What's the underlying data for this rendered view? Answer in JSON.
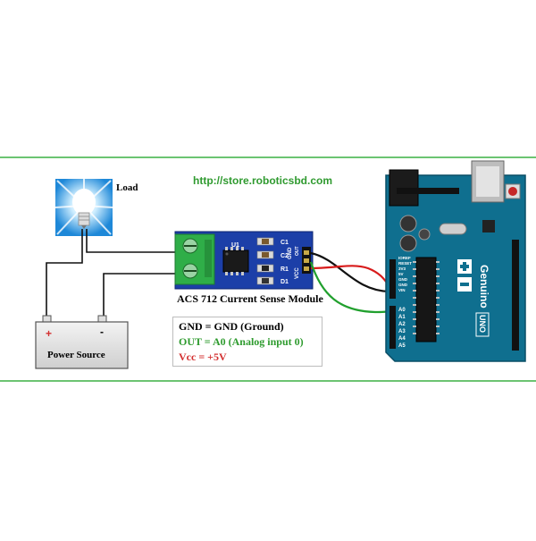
{
  "url": "http://store.roboticsbd.com",
  "load_label": "Load",
  "module": {
    "title": "ACS 712 Current Sense Module",
    "chip_label": "U1",
    "components": [
      "C1",
      "C2",
      "R1",
      "D1"
    ],
    "pins": [
      "VCC",
      "OUT",
      "GND"
    ]
  },
  "legend": [
    {
      "text": "GND = GND (Ground)",
      "color": "#000000"
    },
    {
      "text": "OUT = A0 (Analog input 0)",
      "color": "#2e9b2e"
    },
    {
      "text": "Vcc = +5V",
      "color": "#d32f2f"
    }
  ],
  "power_source": {
    "label": "Power Source",
    "plus": "+",
    "minus": "-"
  },
  "arduino": {
    "brand": "Genuino",
    "model": "UNO",
    "analog_pins": [
      "A0",
      "A1",
      "A2",
      "A3",
      "A4",
      "A5"
    ],
    "power_pins": [
      "IOREF",
      "RESET",
      "3V3",
      "5V",
      "GND",
      "GND",
      "VIN"
    ]
  },
  "colors": {
    "frame": "#3cb043",
    "board": "#0f6f8f",
    "module_board": "#1c3fa8",
    "terminal": "#2fae48",
    "wire_red": "#d81b1b",
    "wire_green": "#21a02e",
    "wire_black": "#111111"
  }
}
